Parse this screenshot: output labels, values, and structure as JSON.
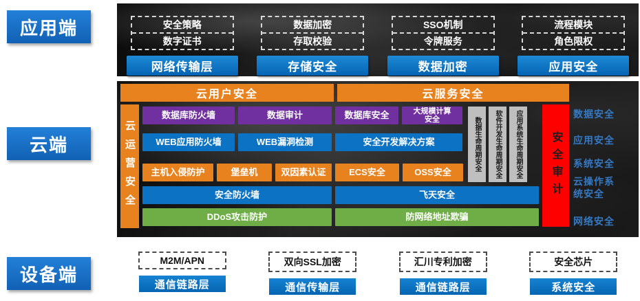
{
  "diagram": {
    "sections": {
      "app": {
        "label": "应用端",
        "columns": [
          {
            "line1": "安全策略",
            "line2": "数字证书",
            "button": "网络传输层"
          },
          {
            "line1": "数据加密",
            "line2": "存取校验",
            "button": "存储安全"
          },
          {
            "line1": "SSO机制",
            "line2": "令牌服务",
            "button": "数据加密"
          },
          {
            "line1": "流程模块",
            "line2": "角色限权",
            "button": "应用安全"
          }
        ]
      },
      "cloud": {
        "label": "云端",
        "user_header": "云用户安全",
        "service_header": "云服务安全",
        "ops_bar": "云运营安全",
        "audit_bar": "安全审计",
        "rows": [
          [
            "数据库防火墙",
            "数据审计",
            "数据库安全",
            "大规模计算安全"
          ],
          [
            "WEB应用防火墙",
            "WEB漏洞检测",
            "安全开发解决方案"
          ],
          [
            "主机入侵防护",
            "堡垒机",
            "双因素认证",
            "ECS安全",
            "OSS安全"
          ],
          [
            "安全防火墙",
            "飞天安全"
          ],
          [
            "DDoS攻击防护",
            "防网络地址欺骗"
          ]
        ],
        "lifecycle_bars": [
          "数据生命周期安全",
          "软件开发生命周期安全",
          "应用系统生命周期安全"
        ],
        "right_labels": [
          "数据安全",
          "应用安全",
          "系统安全",
          "云操作系统安全",
          "网络安全"
        ]
      },
      "device": {
        "label": "设备端",
        "columns": [
          {
            "top": "M2M/APN",
            "button": "通信链路层"
          },
          {
            "top": "双向SSL加密",
            "button": "通信传输层"
          },
          {
            "top": "汇川专利加密",
            "button": "通信链路层"
          },
          {
            "top": "安全芯片",
            "button": "系统安全"
          }
        ]
      }
    },
    "colors": {
      "side_label_blue": "#1161b4",
      "button_blue": "#0b72c4",
      "orange": "#e8821e",
      "purple": "#7030a0",
      "green": "#6fae46",
      "red": "#fe0000",
      "gray": "#bfbfbf",
      "right_label_blue": "#3579c4",
      "panel_dark": "#151515"
    }
  }
}
